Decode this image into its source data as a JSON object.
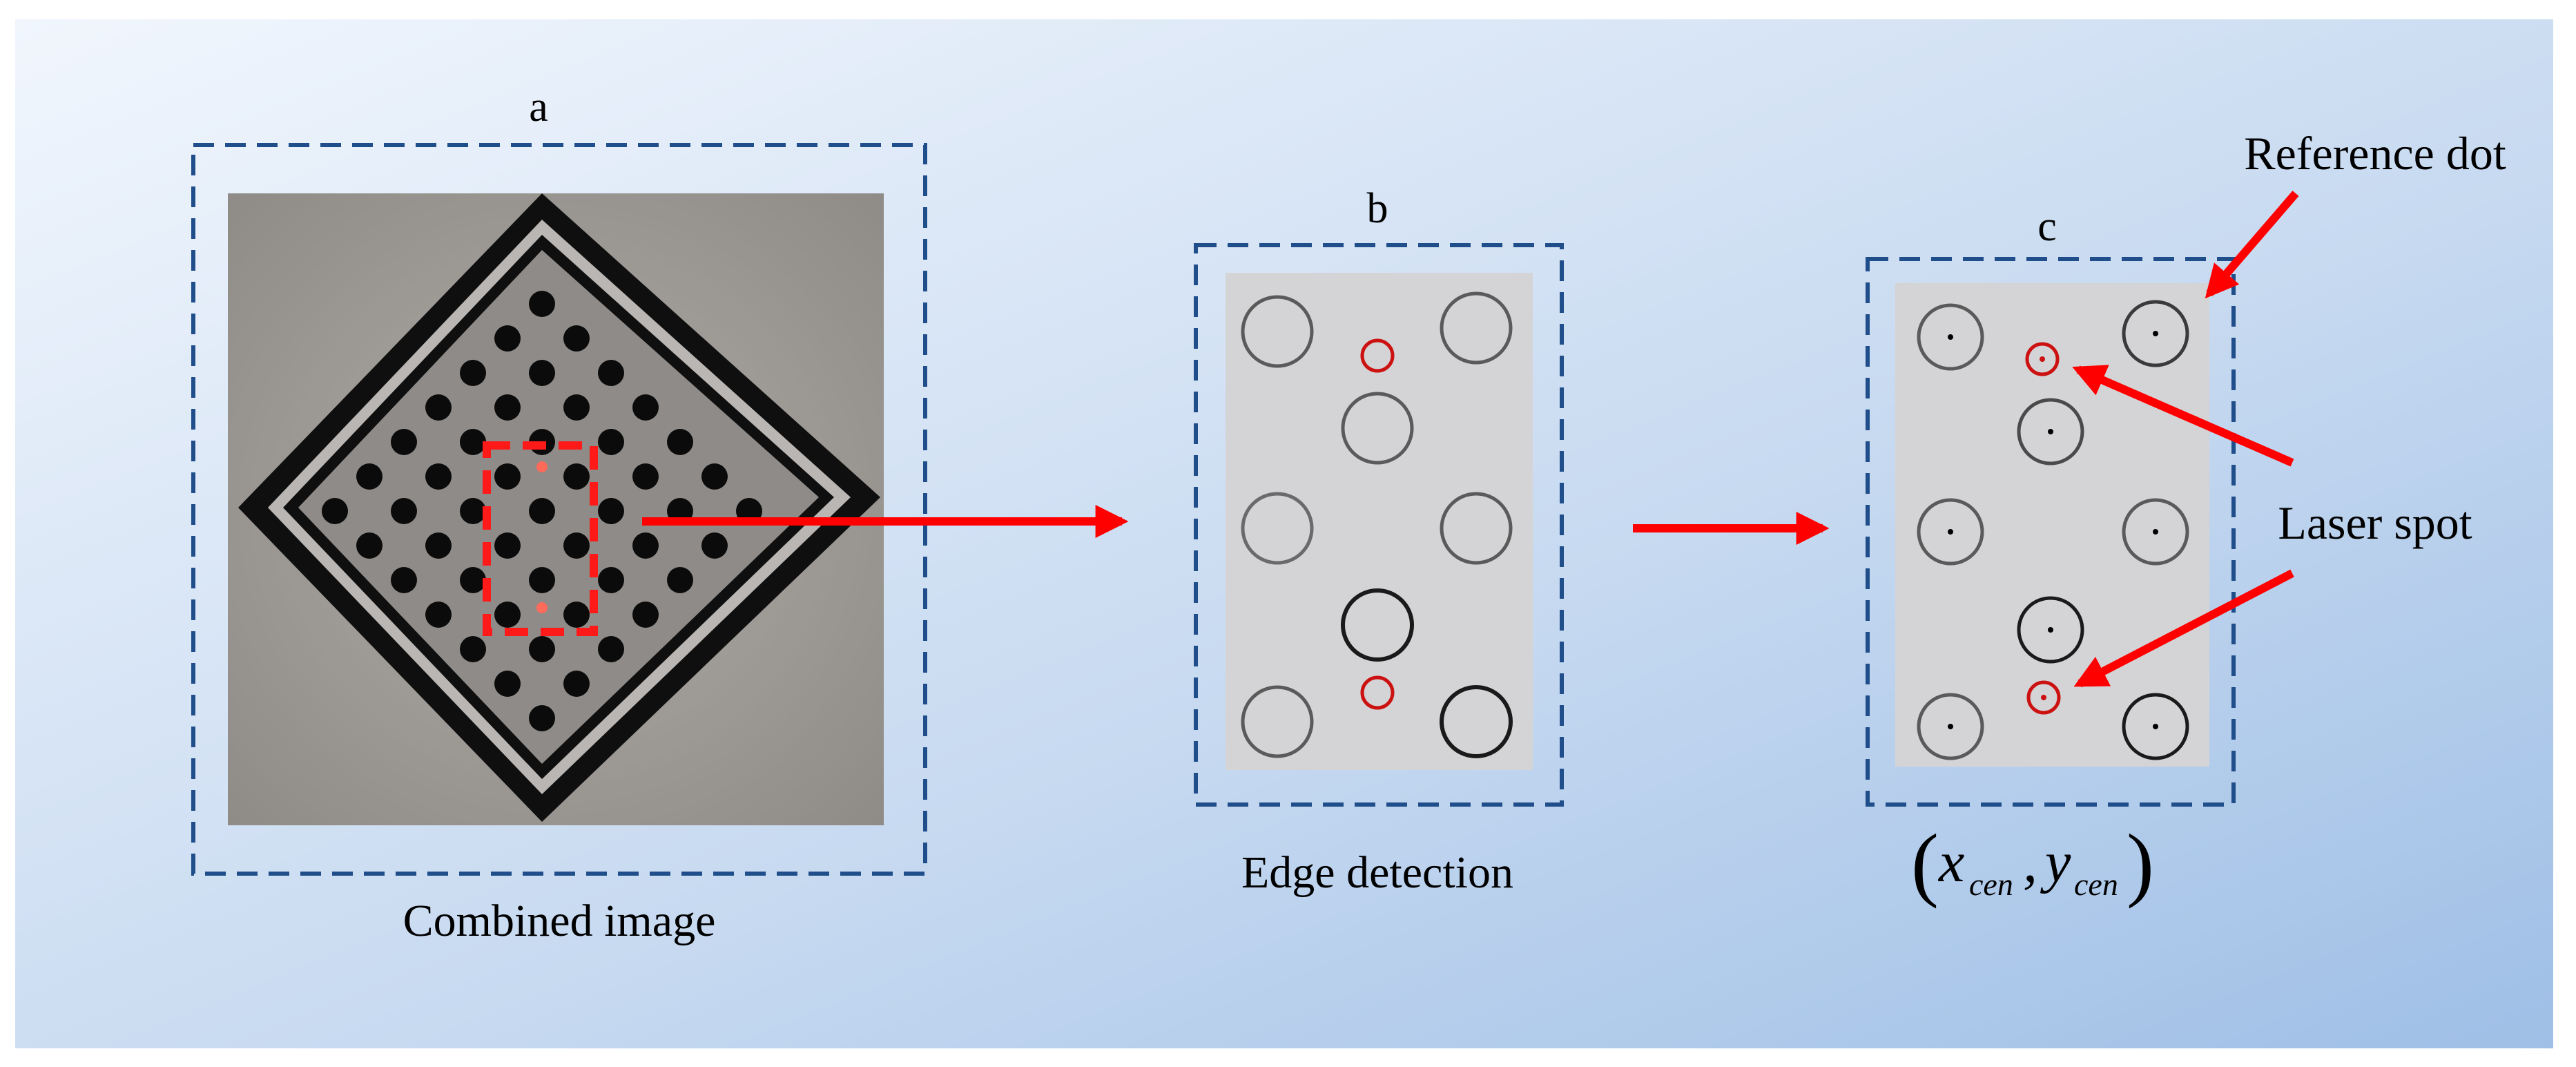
{
  "panels": {
    "a": {
      "label": "a",
      "caption": "Combined image"
    },
    "b": {
      "label": "b",
      "caption": "Edge detection"
    },
    "c": {
      "label": "c",
      "caption": "(x_cen, y_cen)"
    }
  },
  "formula": {
    "open_paren": "(",
    "x": "x",
    "x_sub": "cen",
    "comma": ",",
    "y": "y",
    "y_sub": "cen",
    "close_paren": ")"
  },
  "annotations": {
    "reference_dot": "Reference dot",
    "laser_spot": "Laser spot"
  },
  "colors": {
    "background_start": "#eef4fc",
    "background_end": "#a6c4e8",
    "box_dash": "#1f4e8a",
    "arrow": "#ff0000",
    "spot_ring": "#cc1111",
    "target_paper": "#a9a6a2",
    "target_frame": "#0d0d0d",
    "edge_panel": "#d4d4d6"
  }
}
